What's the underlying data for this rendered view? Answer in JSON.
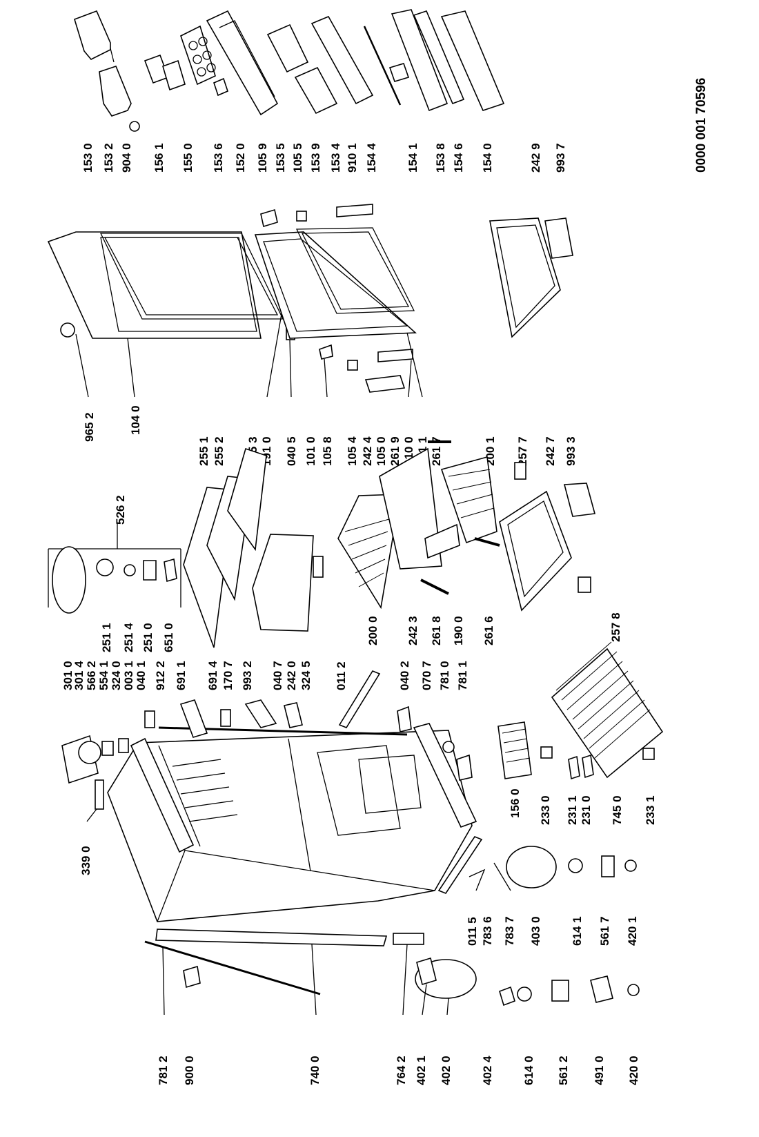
{
  "diagram": {
    "drawing_number": "0000 001 70596",
    "top_row_labels": [
      "153 0",
      "153 2",
      "904 0",
      "156 1",
      "155 0",
      "153 6",
      "152 0",
      "105 9",
      "153 5",
      "105 5",
      "153 9",
      "153 4",
      "910 1",
      "154 4",
      "154 1",
      "153 8",
      "154 6",
      "154 0"
    ],
    "right_labels": [
      "242 9",
      "993 7"
    ],
    "middle_labels": [
      "965 2",
      "104 0",
      "255 1",
      "255 2",
      "255 3",
      "191 0",
      "040 5",
      "101 0",
      "105 8",
      "105 4",
      "242 4",
      "105 0",
      "261 9",
      "910 0",
      "191 1",
      "261 7",
      "200 1",
      "257 7",
      "242 7",
      "993 3",
      "526 2"
    ],
    "lower_labels": [
      "301 0",
      "301 4",
      "566 2",
      "554 1",
      "324 0",
      "003 1",
      "040 1",
      "912 2",
      "691 1",
      "691 4",
      "170 7",
      "993 2",
      "040 7",
      "242 0",
      "324 5",
      "011 2",
      "040 2",
      "070 7",
      "781 0",
      "781 1",
      "251 1",
      "251 4",
      "251 0",
      "651 0",
      "200 0",
      "242 3",
      "261 8",
      "190 0",
      "261 6",
      "257 8",
      "156 0",
      "233 0",
      "231 1",
      "231 0",
      "745 0",
      "233 1"
    ],
    "bottom_labels": [
      "339 0",
      "781 2",
      "900 0",
      "740 0",
      "764 2",
      "402 1",
      "402 0",
      "402 4",
      "614 0",
      "561 2",
      "491 0",
      "420 0",
      "011 5",
      "783 6",
      "783 7",
      "403 0",
      "614 1",
      "561 7",
      "420 1"
    ]
  }
}
